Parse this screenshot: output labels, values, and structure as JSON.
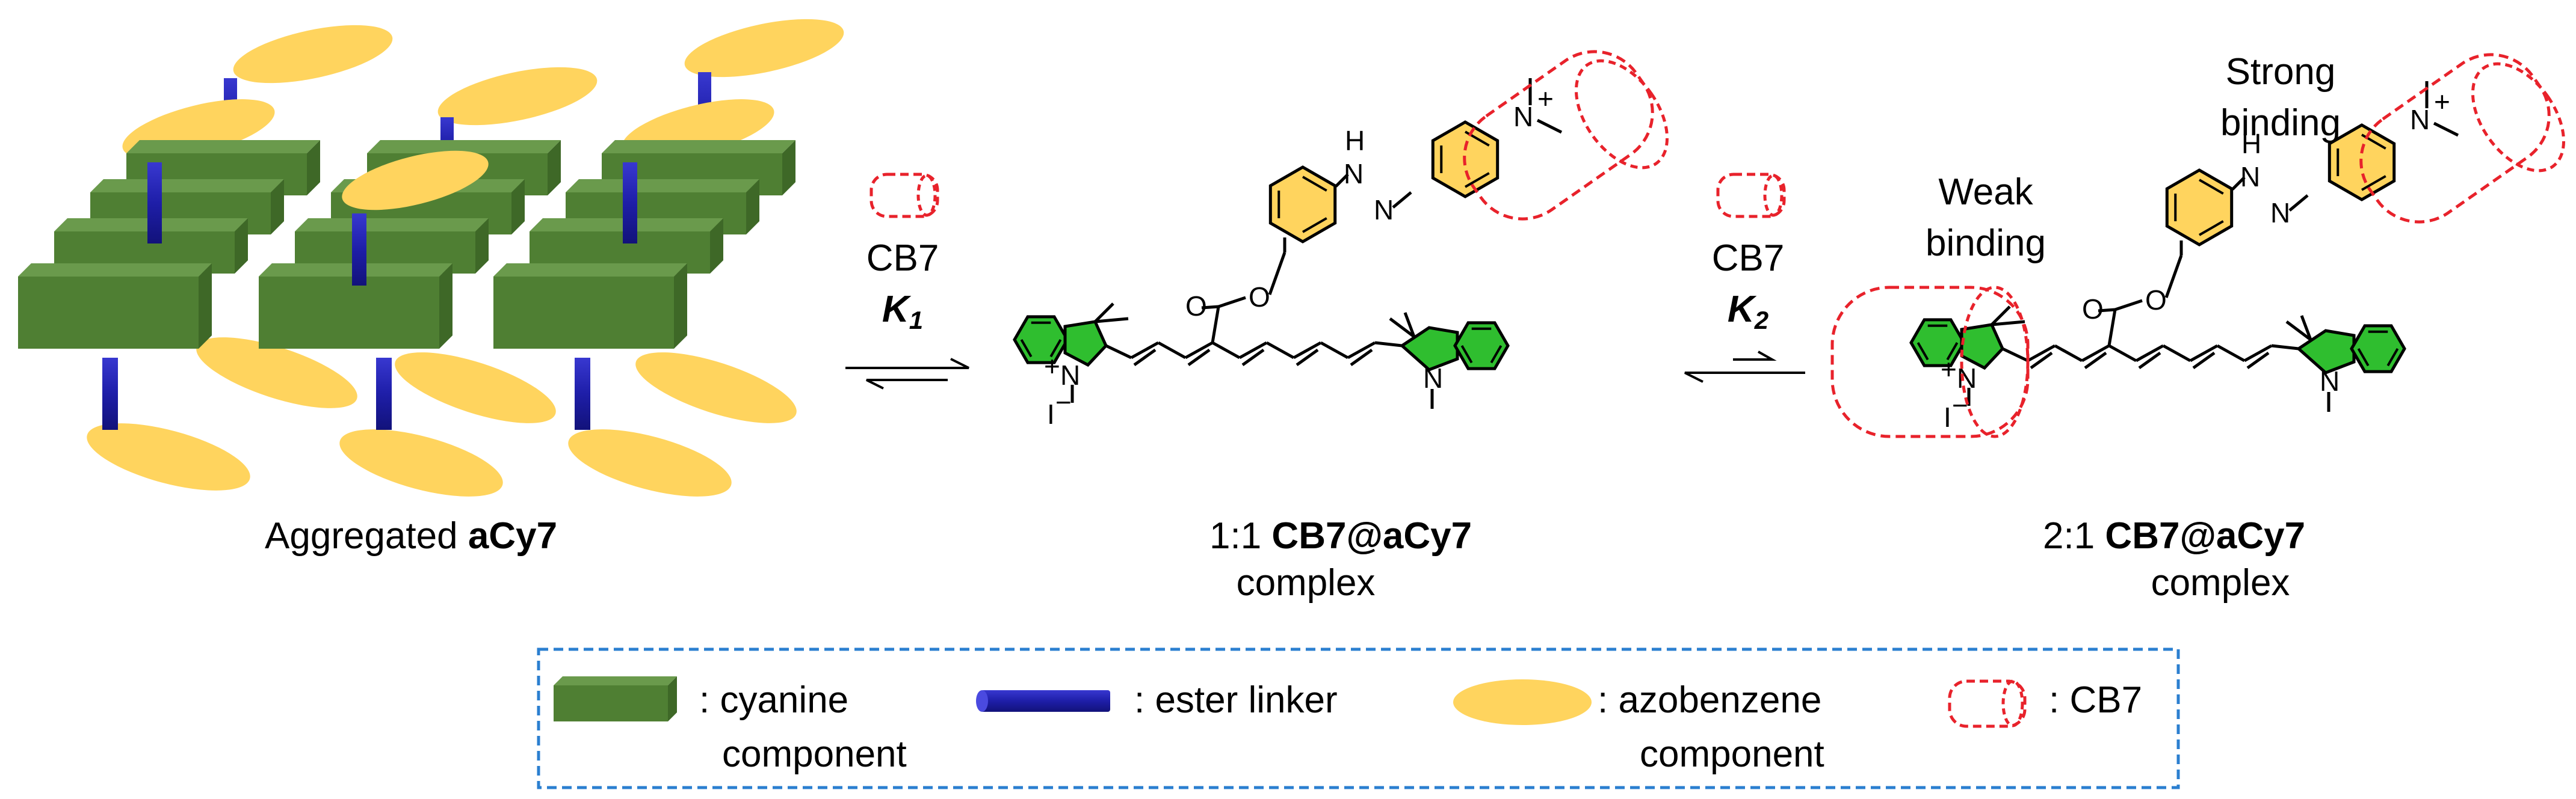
{
  "colors": {
    "cyanine_fill": "#4f7f33",
    "cyanine_top": "#6a9a4c",
    "cyanine_side": "#3e6827",
    "linker": "#1e1ea8",
    "azobenzene": "#ffd45e",
    "cb7_outline": "#e8222b",
    "indolium_green": "#2fbe2f",
    "legend_border": "#2b7fd0"
  },
  "stage1": {
    "label_prefix": "Aggregated ",
    "label_bold": "aCy7"
  },
  "step1": {
    "reagent": "CB7",
    "constant": "K",
    "constant_sub": "1"
  },
  "stage2": {
    "ratio": "1:1 ",
    "name": "CB7@aCy7",
    "suffix": "complex"
  },
  "step2": {
    "reagent": "CB7",
    "constant": "K",
    "constant_sub": "2"
  },
  "stage3": {
    "ratio": "2:1 ",
    "name": "CB7@aCy7",
    "suffix": "complex",
    "weak_line1": "Weak",
    "weak_line2": "binding",
    "strong_line1": "Strong",
    "strong_line2": "binding"
  },
  "chem": {
    "n_plus": "N",
    "plus": "+",
    "iodide": "I",
    "minus": "−",
    "amine_h": "H",
    "amine_n": "N",
    "azo_n": "N",
    "oxygen": "O"
  },
  "legend": {
    "cyanine_line1": ": cyanine",
    "cyanine_line2": "component",
    "linker": ": ester linker",
    "azo_line1": ":  azobenzene",
    "azo_line2": "component",
    "cb7": ": CB7"
  }
}
